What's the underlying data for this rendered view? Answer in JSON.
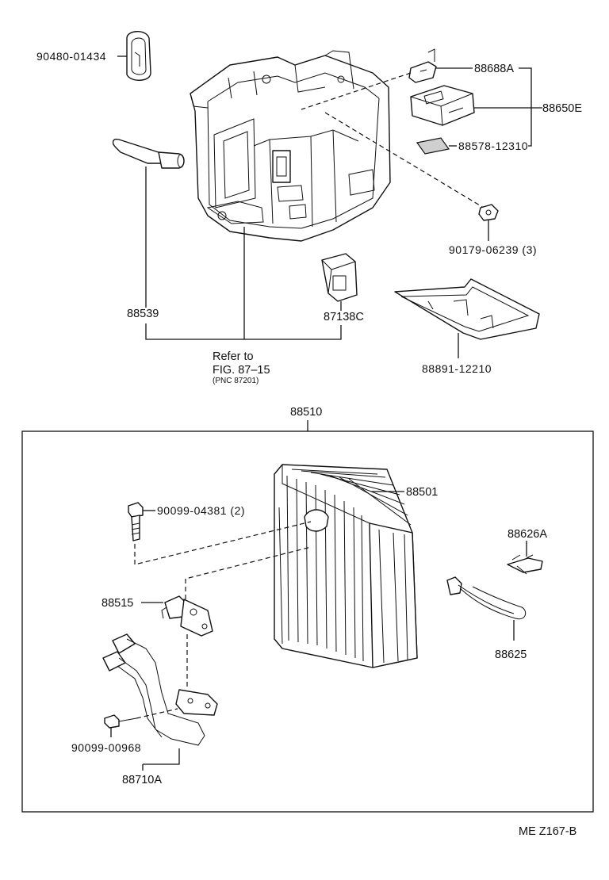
{
  "labels": {
    "p90480": "90480-01434",
    "p88688A": "88688A",
    "p88650E": "88650E",
    "p88578": "88578-12310",
    "p90179": "90179-06239 (3)",
    "p88539": "88539",
    "p87138C": "87138C",
    "ref_line1": "Refer to",
    "ref_line2": "FIG. 87–15",
    "ref_line3": "(PNC 87201)",
    "p88891": "88891-12210",
    "p88510": "88510",
    "p88501": "88501",
    "p90099_04381": "90099-04381 (2)",
    "p88626A": "88626A",
    "p88515": "88515",
    "p88625": "88625",
    "p90099_00968": "90099-00968",
    "p88710A": "88710A",
    "figure_code": "ME  Z167-B"
  }
}
